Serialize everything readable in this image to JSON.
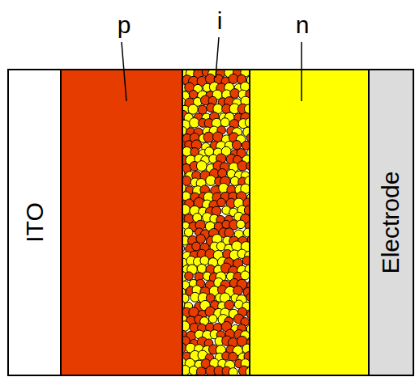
{
  "diagram": {
    "nodes": [
      {
        "text": [
          "ITO"
        ]
      },
      {
        "text": [
          "Electrode"
        ]
      }
    ],
    "labels": [
      "p",
      "i",
      "n"
    ]
  }
}
